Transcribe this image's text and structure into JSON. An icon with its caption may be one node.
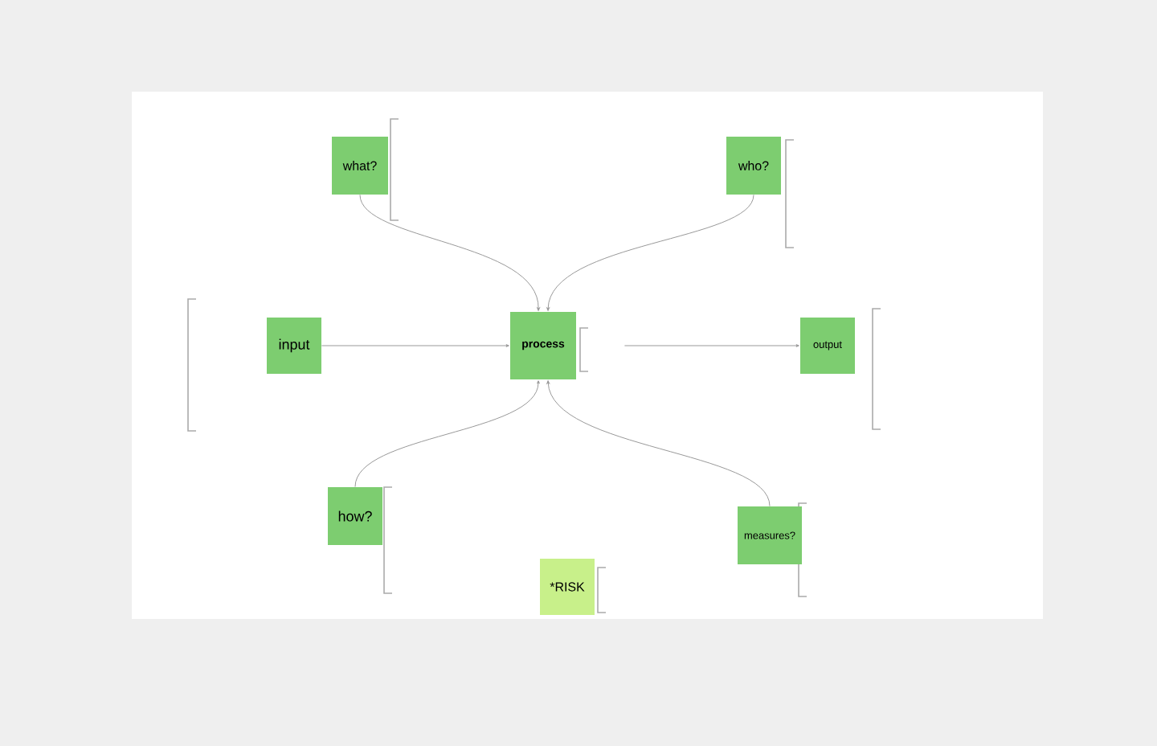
{
  "diagram": {
    "nodes": [
      {
        "text": [
          "what?"
        ]
      },
      {
        "text": [
          "who?"
        ]
      },
      {
        "text": [
          "input"
        ]
      },
      {
        "text": [
          "**process**"
        ]
      },
      {
        "text": [
          "output"
        ]
      },
      {
        "text": [
          "how?"
        ]
      },
      {
        "text": [
          "measures?"
        ]
      },
      {
        "text": [
          "*RISK"
        ]
      }
    ],
    "edges": [
      {
        "from": 0,
        "to": 3,
        "arrow": "to"
      },
      {
        "from": 1,
        "to": 3,
        "arrow": "to"
      },
      {
        "from": 2,
        "to": 3,
        "arrow": "to"
      },
      {
        "from": 3,
        "to": 4,
        "arrow": "to"
      },
      {
        "from": 5,
        "to": 3,
        "arrow": "to"
      },
      {
        "from": 6,
        "to": 3,
        "arrow": "to"
      }
    ]
  }
}
